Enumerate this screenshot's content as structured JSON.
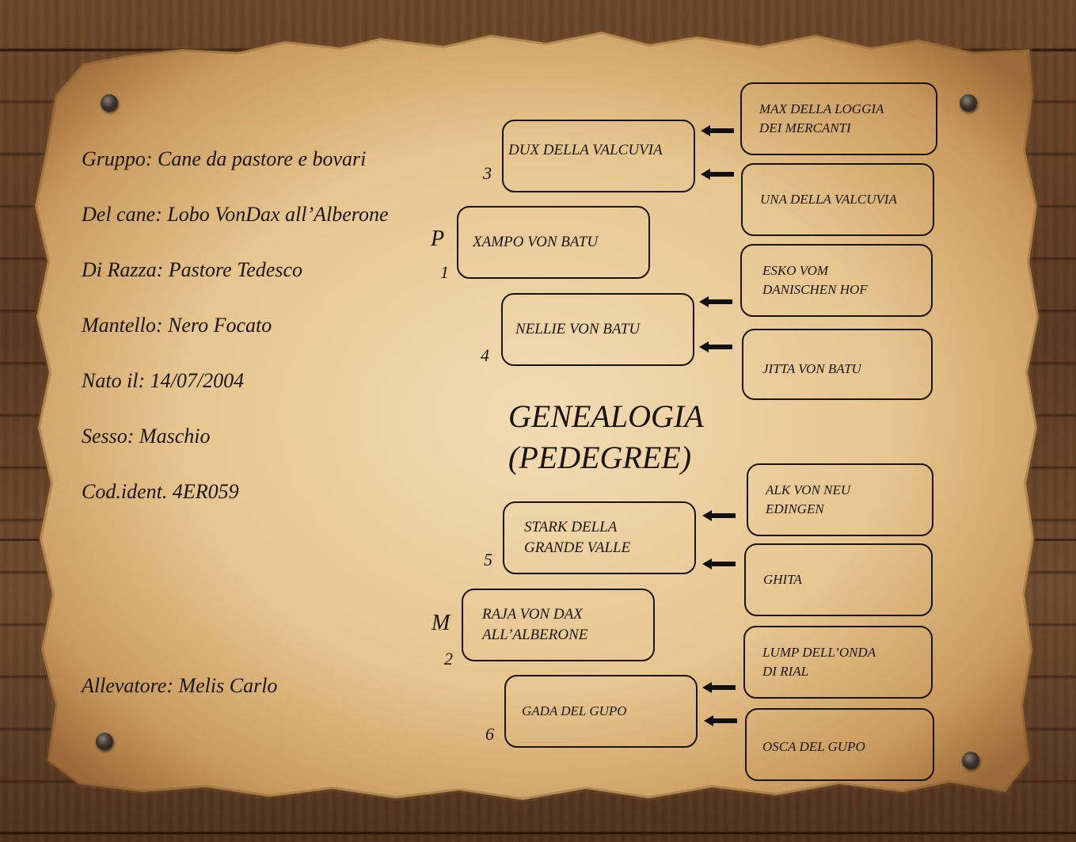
{
  "info": {
    "gruppo": "Gruppo:  Cane da pastore e bovari",
    "cane": "Del cane: Lobo VonDax all’Alberone",
    "razza": "Di Razza: Pastore Tedesco",
    "mantello": "Mantello: Nero Focato",
    "nato": "Nato il: 14/07/2004",
    "sesso": "Sesso:  Maschio",
    "codice": "Cod.ident. 4ER059",
    "allevatore": "Allevatore:  Melis Carlo"
  },
  "title": {
    "line1": "GENEALOGIA",
    "line2": "(PEDEGREE)"
  },
  "labels": {
    "padre": "P",
    "madre": "M"
  },
  "parents": {
    "padre": {
      "num": "1",
      "name": "XAMPO VON BATU"
    },
    "madre": {
      "num": "2",
      "name_l1": "RAJA VON DAX",
      "name_l2": "ALL’ALBERONE"
    }
  },
  "grandparents": {
    "g3": {
      "num": "3",
      "name": "DUX DELLA VALCUVIA"
    },
    "g4": {
      "num": "4",
      "name": "NELLIE VON BATU"
    },
    "g5": {
      "num": "5",
      "name_l1": "STARK DELLA",
      "name_l2": "GRANDE VALLE"
    },
    "g6": {
      "num": "6",
      "name": "GADA DEL GUPO"
    }
  },
  "great": {
    "a1_l1": "MAX DELLA LOGGIA",
    "a1_l2": "DEI MERCANTI",
    "a2": "UNA DELLA VALCUVIA",
    "a3_l1": "ESKO VOM",
    "a3_l2": "DANISCHEN HOF",
    "a4": "JITTA VON BATU",
    "a5_l1": "ALK VON NEU",
    "a5_l2": "EDINGEN",
    "a6": "GHITA",
    "a7_l1": "LUMP DELL’ONDA",
    "a7_l2": "DI RIAL",
    "a8": "OSCA DEL GUPO"
  }
}
